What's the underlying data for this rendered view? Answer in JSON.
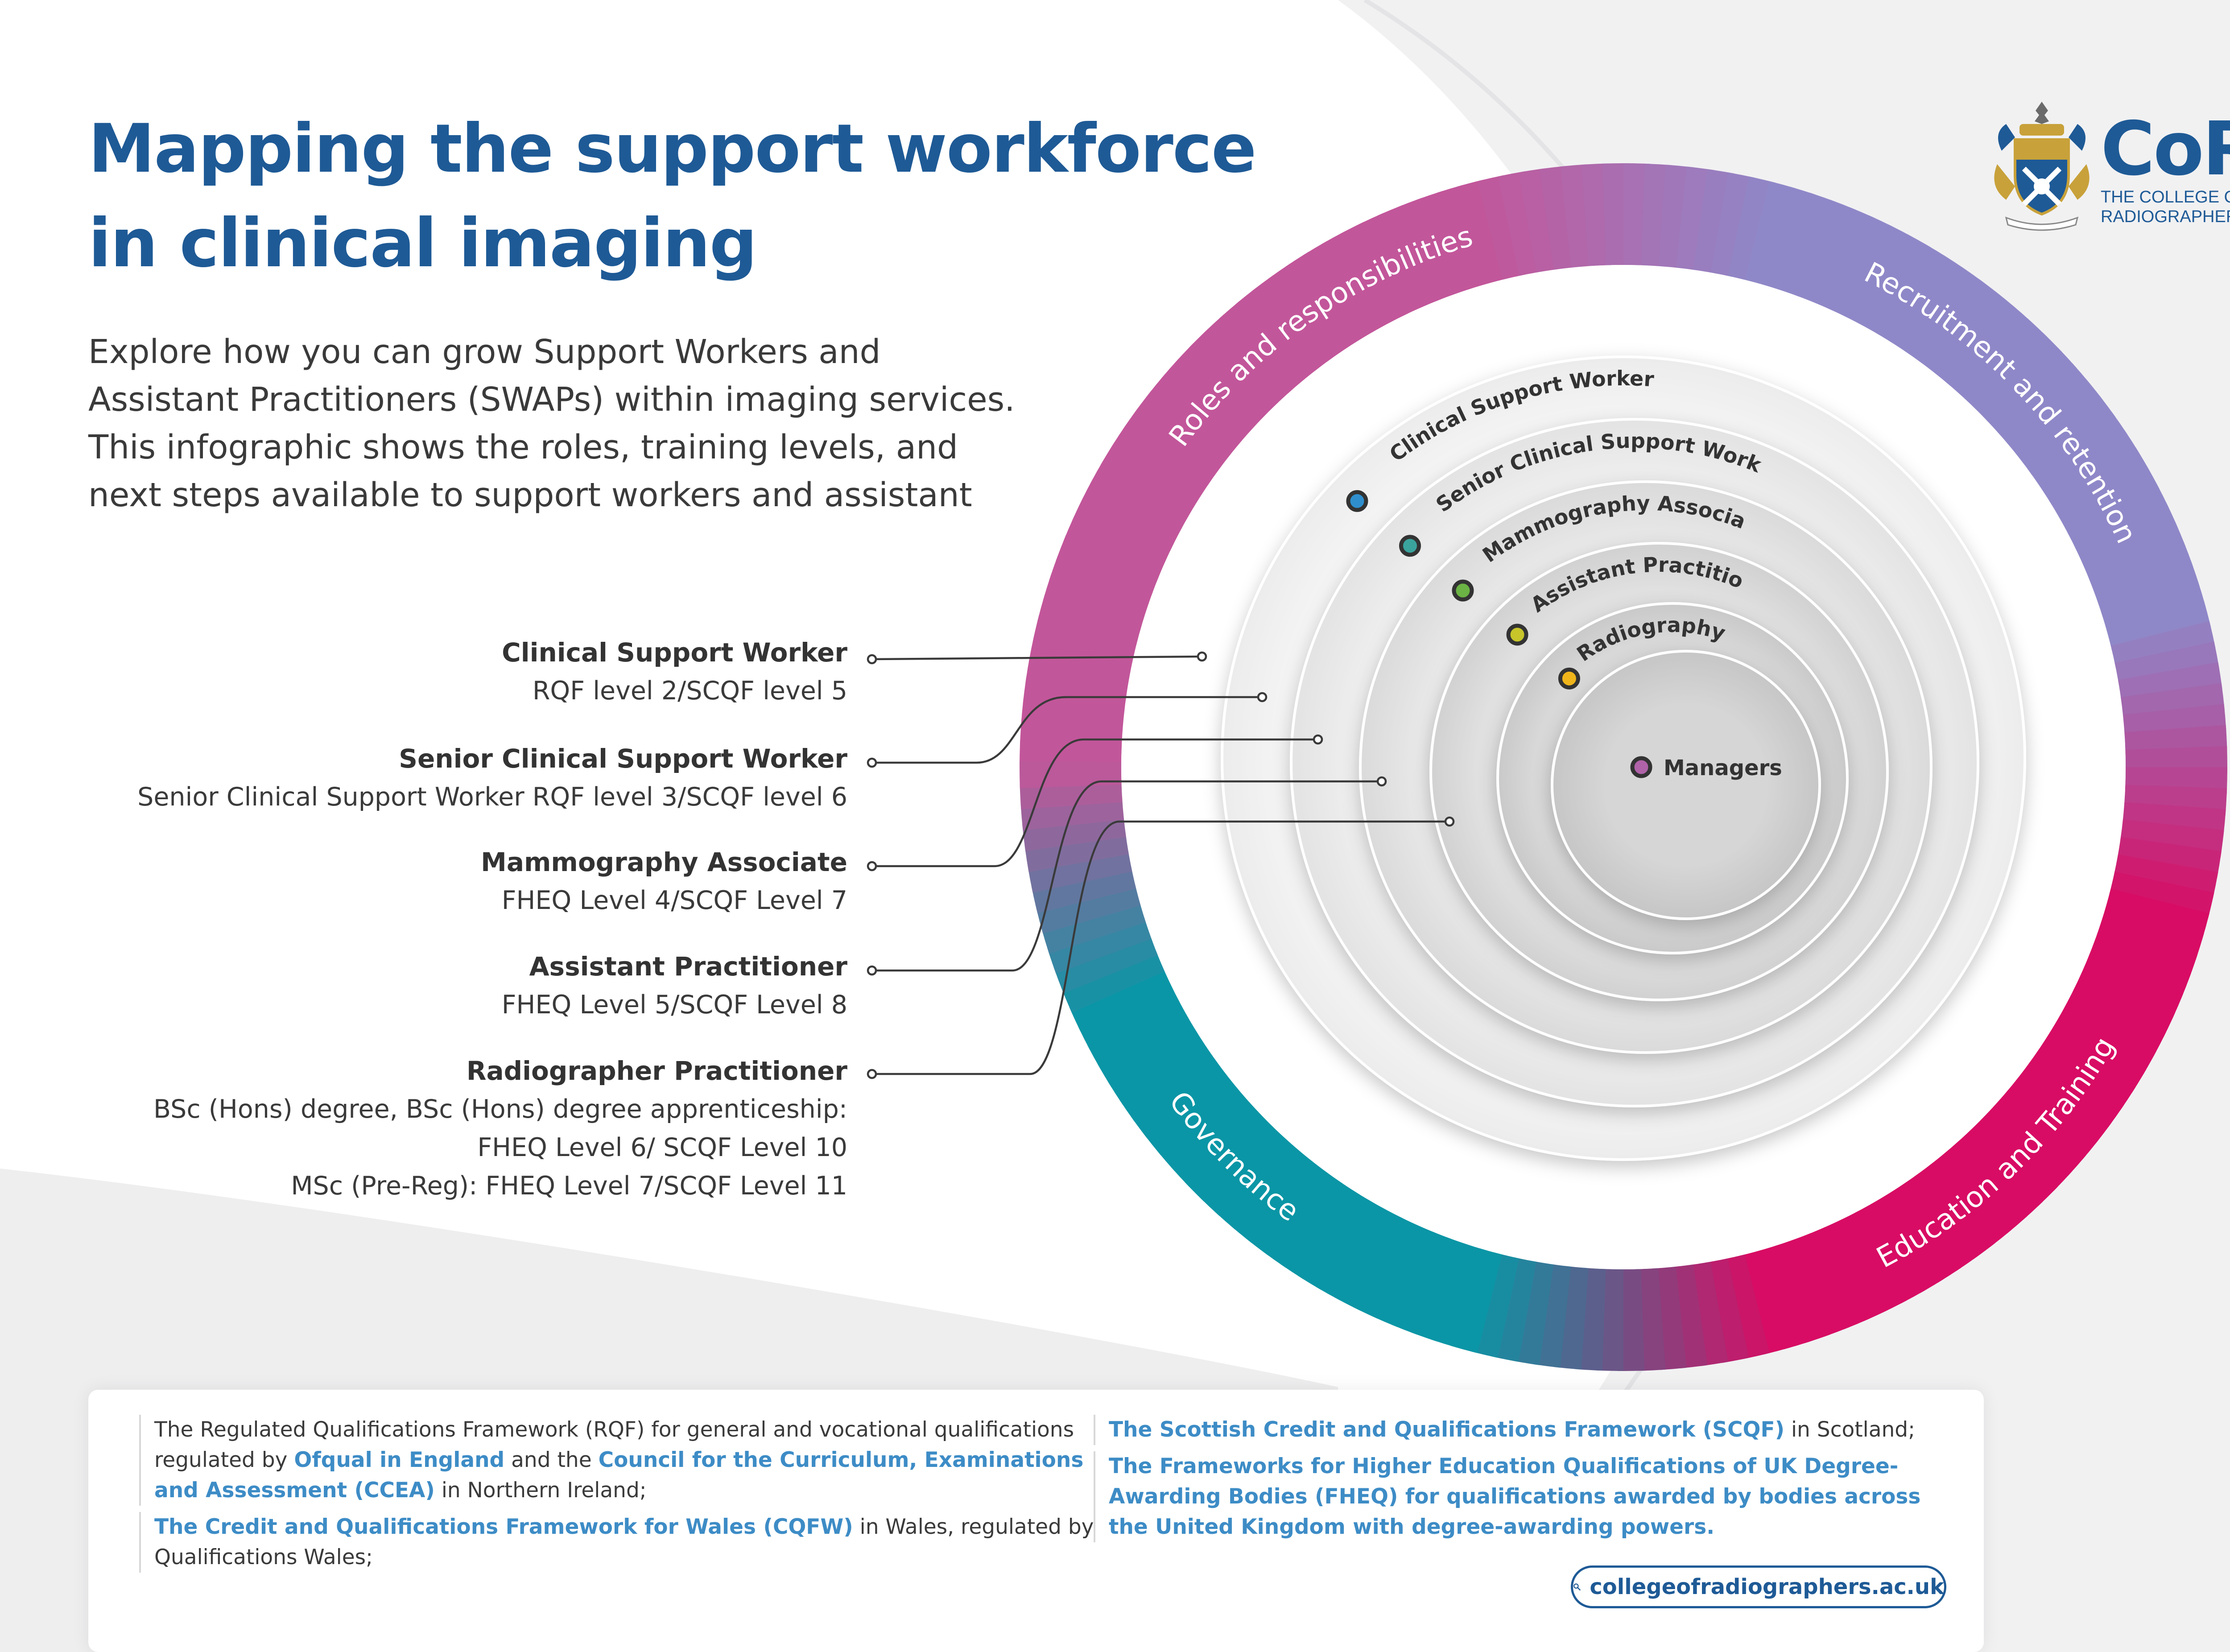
{
  "header": {
    "title_line1": "Mapping the support workforce",
    "title_line2": "in clinical imaging",
    "intro_lines": [
      "Explore how you can grow Support Workers and",
      "Assistant Practitioners (SWAPs) within imaging services.",
      "This infographic shows the roles, training levels, and",
      "next steps available to support workers and assistant"
    ]
  },
  "logo": {
    "mark": "CoR",
    "line1": "THE COLLEGE OF",
    "line2": "RADIOGRAPHERS",
    "icon": "crest-icon"
  },
  "ring": {
    "segments": [
      {
        "label": "Roles and responsibilities",
        "color": "#c2569a"
      },
      {
        "label": "Recruitment and retention",
        "color": "#8f88c8"
      },
      {
        "label": "Education and Training",
        "color": "#d80c64"
      },
      {
        "label": "Governance",
        "color": "#0a96a6"
      }
    ]
  },
  "circles": [
    {
      "label": "Clinical Support Worker",
      "dot_color": "#2f8fce"
    },
    {
      "label": "Senior Clinical Support Worker",
      "dot_color": "#3aa39c"
    },
    {
      "label": "Mammography Associate",
      "dot_color": "#6bb344"
    },
    {
      "label": "Assistant Practitioner",
      "dot_color": "#c7c52a"
    },
    {
      "label": "Radiography Practitioner",
      "dot_color": "#f0b51b"
    }
  ],
  "center": {
    "label": "Managers",
    "dot_color": "#b063a8"
  },
  "roles": [
    {
      "name": "Clinical Support Worker",
      "levels": [
        "RQF level 2/SCQF level 5"
      ]
    },
    {
      "name": "Senior Clinical Support Worker",
      "levels": [
        "Senior Clinical Support Worker RQF level 3/SCQF level 6"
      ]
    },
    {
      "name": "Mammography Associate",
      "levels": [
        "FHEQ Level 4/SCQF Level 7"
      ]
    },
    {
      "name": "Assistant Practitioner",
      "levels": [
        "FHEQ Level 5/SCQF Level 8"
      ]
    },
    {
      "name": "Radiographer Practitioner",
      "levels": [
        "BSc (Hons) degree, BSc (Hons) degree apprenticeship:",
        "FHEQ Level 6/ SCQF Level 10",
        "MSc (Pre-Reg): FHEQ Level 7/SCQF Level 11"
      ]
    }
  ],
  "footer": {
    "rqf_pre": "The Regulated Qualifications Framework (RQF) for general and vocational qualifications regulated by ",
    "rqf_link1": "Ofqual in England",
    "rqf_mid": " and the ",
    "rqf_link2": "Council for the Curriculum, Examinations and Assessment (CCEA)",
    "rqf_post": " in Northern Ireland;",
    "cqfw_link": "The Credit and Qualifications Framework for Wales (CQFW)",
    "cqfw_post": " in Wales, regulated by Qualifications Wales;",
    "scqf_link": "The Scottish Credit and Qualifications Framework (SCQF)",
    "scqf_post": " in Scotland;",
    "fheq_link": "The Frameworks for Higher Education Qualifications of UK Degree-Awarding Bodies (FHEQ) for qualifications awarded by bodies across the United Kingdom with degree-awarding powers.",
    "url": "collegeofradiographers.ac.uk"
  }
}
